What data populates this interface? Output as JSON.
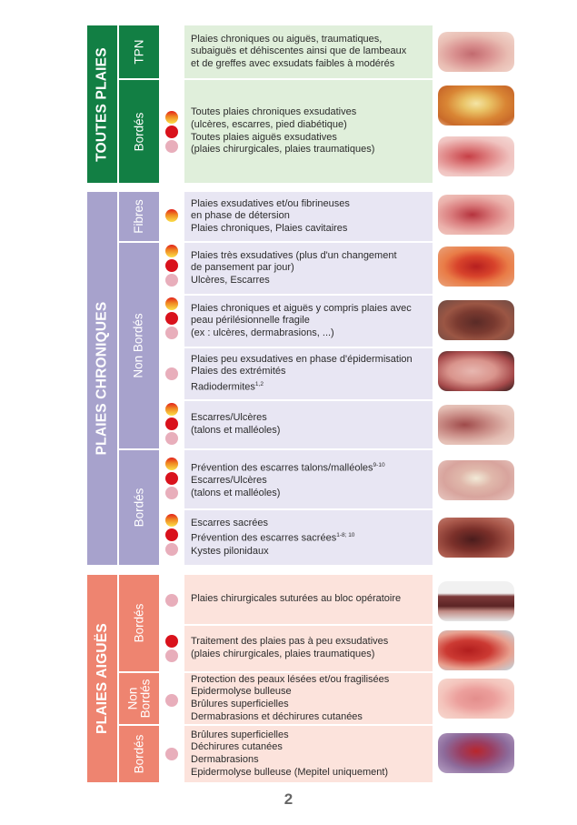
{
  "page_number": "2",
  "sections": {
    "toutes_plaies": "TOUTES PLAIES",
    "plaies_chroniques": "PLAIES CHRONIQUES",
    "plaies_aigues": "PLAIES AIGUËS"
  },
  "subsections": {
    "tpn": "TPN",
    "tp_bordes": "Bordés",
    "pc_fibres": "Fibres",
    "pc_non_bordes": "Non Bordés",
    "pc_bordes": "Bordés",
    "pa_bordes_1": "Bordés",
    "pa_non_bordes_l1": "Non",
    "pa_non_bordes_l2": "Bordés",
    "pa_bordes_2": "Bordés"
  },
  "rows": [
    {
      "lines": [
        "Plaies chroniques ou aiguës, traumatiques,",
        "subaiguës et déhiscentes ainsi que de lambeaux",
        "et de greffes avec exsudats faibles à modérés"
      ],
      "dots": []
    },
    {
      "lines": [
        "Toutes plaies chroniques exsudatives",
        "(ulcères, escarres, pied diabétique)",
        "Toutes plaies aiguës exsudatives",
        "(plaies chirurgicales, plaies traumatiques)"
      ],
      "dots": [
        "multicolor",
        "red",
        "pink"
      ]
    },
    {
      "lines": [
        "Plaies exsudatives et/ou fibrineuses",
        "en phase de détersion",
        "Plaies chroniques, Plaies cavitaires"
      ],
      "dots": [
        "multicolor"
      ]
    },
    {
      "lines": [
        "Plaies très exsudatives (plus d'un changement",
        "de pansement par jour)",
        "Ulcères, Escarres"
      ],
      "dots": [
        "multicolor",
        "red",
        "pink"
      ]
    },
    {
      "lines": [
        "Plaies chroniques et aiguës y compris plaies avec",
        "peau périlésionnelle fragile",
        "(ex : ulcères, dermabrasions, ...)"
      ],
      "dots": [
        "multicolor",
        "red",
        "pink"
      ]
    },
    {
      "lines": [
        "Plaies peu exsudatives en phase d'épidermisation",
        "Plaies des extrémités",
        "Radiodermites"
      ],
      "sup": "1,2",
      "dots": [
        "pink"
      ]
    },
    {
      "lines": [
        "Escarres/Ulcères",
        "(talons et malléoles)"
      ],
      "dots": [
        "multicolor",
        "red",
        "pink"
      ]
    },
    {
      "lines": [
        "Prévention des escarres talons/malléoles",
        "Escarres/Ulcères",
        "(talons et malléoles)"
      ],
      "sup": "9-10",
      "dots": [
        "multicolor",
        "red",
        "pink"
      ]
    },
    {
      "lines": [
        "Escarres sacrées",
        "Prévention des escarres sacrées",
        "Kystes pilonidaux"
      ],
      "sup": "1-8; 10",
      "dots": [
        "multicolor",
        "red",
        "pink"
      ]
    },
    {
      "lines": [
        "Plaies chirurgicales suturées au bloc opératoire"
      ],
      "dots": [
        "pink"
      ]
    },
    {
      "lines": [
        "Traitement des plaies pas à peu exsudatives",
        "(plaies chirurgicales, plaies traumatiques)"
      ],
      "dots": [
        "red",
        "pink"
      ]
    },
    {
      "lines": [
        "Protection des peaux lésées et/ou fragilisées",
        "Epidermolyse bulleuse",
        "Brûlures superficielles",
        "Dermabrasions et déchirures cutanées"
      ],
      "dots": [
        "pink"
      ]
    },
    {
      "lines": [
        "Brûlures superficielles",
        "Déchirures cutanées",
        "Dermabrasions",
        "Epidermolyse bulleuse (Mepitel uniquement)"
      ],
      "dots": [
        "pink"
      ]
    }
  ],
  "colors": {
    "toutes_plaies": "#127f44",
    "plaies_chroniques": "#a7a2cc",
    "plaies_aigues": "#ee8470",
    "dot_red": "#d9121c",
    "dot_pink": "#e8aebb",
    "dot_multicolor": "gradient red-orange-yellow"
  }
}
